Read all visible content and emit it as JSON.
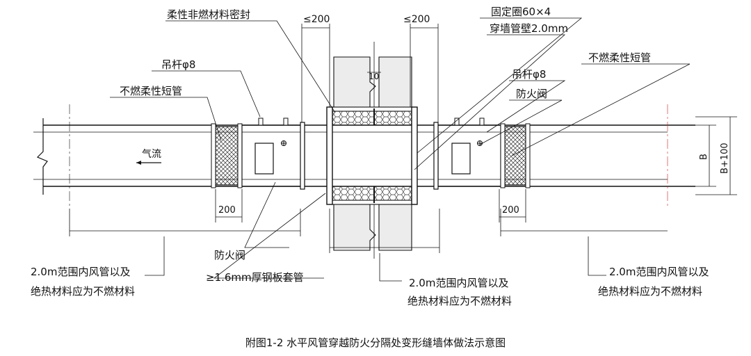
{
  "caption": "附图1-2 水平风管穿越防火分隔处变形缝墙体做法示意图",
  "labels": {
    "flex_seal": "柔性非燃材料密封",
    "dim_200_top_left": "≤200",
    "dim_200_top_right": "≤200",
    "fixing_ring": "固定圈60×4",
    "wall_pipe": "穿墙管壁2.0mm",
    "hanger_left": "吊杆φ8",
    "hanger_right": "吊杆φ8",
    "flex_pipe_left": "不燃柔性短管",
    "flex_pipe_right": "不燃柔性短管",
    "fire_damper_right": "防火阀",
    "fire_damper_bottom": "防火阀",
    "airflow": "气流",
    "gap_10": "10",
    "dim_B": "B",
    "dim_B100": "B+100",
    "dim_200_left": "200",
    "dim_200_right": "200",
    "steel_sleeve": "≥1.6mm厚钢板套管",
    "note_left_1": "2.0m范围内风管以及",
    "note_left_2": "绝热材料应为不燃材料",
    "note_mid_1": "2.0m范围内风管以及",
    "note_mid_2": "绝热材料应为不燃材料",
    "note_right_1": "2.0m范围内风管以及",
    "note_right_2": "绝热材料应为不燃材料"
  }
}
